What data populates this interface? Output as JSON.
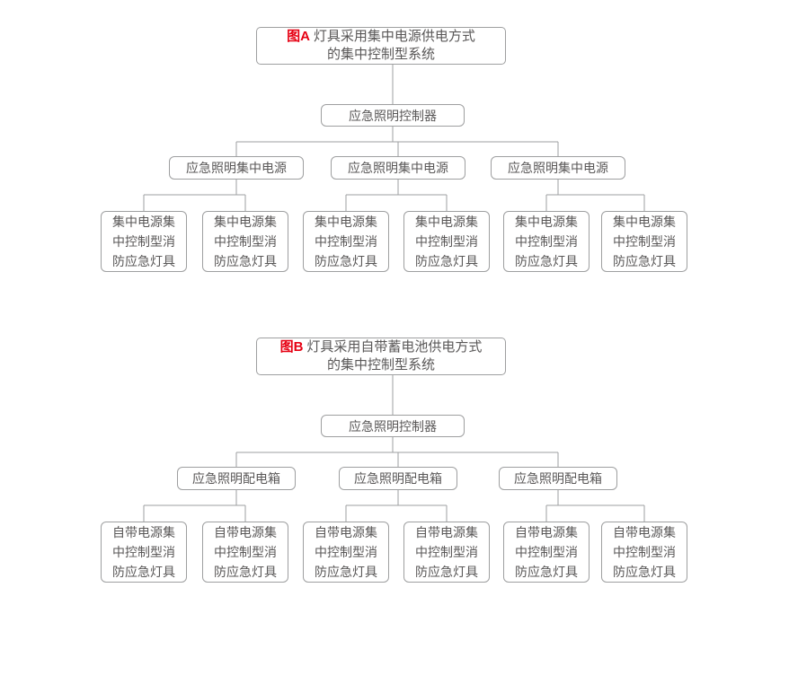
{
  "colors": {
    "accent_red": "#e60012",
    "text_gray": "#595757",
    "border_gray": "#9e9fa0",
    "line_gray": "#9e9fa0"
  },
  "diagrams": [
    {
      "tag": "图A",
      "title_line1": "灯具采用集中电源供电方式",
      "title_line2": "的集中控制型系统",
      "controller": "应急照明控制器",
      "branches": [
        "应急照明集中电源",
        "应急照明集中电源",
        "应急照明集中电源"
      ],
      "leaf_lines": [
        "集中电源集",
        "中控制型消",
        "防应急灯具"
      ]
    },
    {
      "tag": "图B",
      "title_line1": "灯具采用自带蓄电池供电方式",
      "title_line2": "的集中控制型系统",
      "controller": "应急照明控制器",
      "branches": [
        "应急照明配电箱",
        "应急照明配电箱",
        "应急照明配电箱"
      ],
      "leaf_lines": [
        "自带电源集",
        "中控制型消",
        "防应急灯具"
      ]
    }
  ]
}
